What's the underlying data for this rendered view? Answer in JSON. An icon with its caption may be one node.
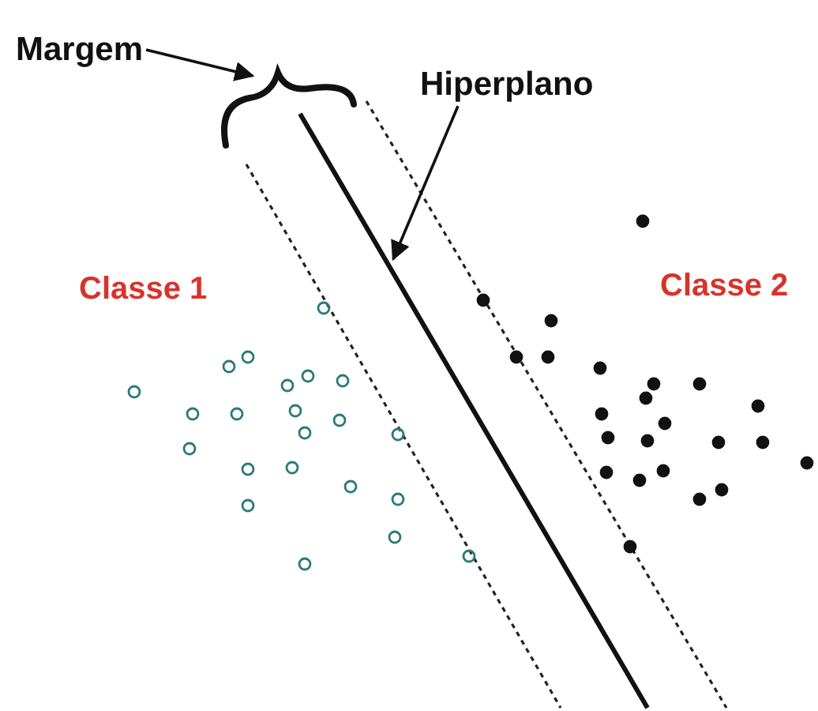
{
  "diagram": {
    "nodes": [
      {
        "text": [
          "Margem"
        ]
      },
      {
        "text": [],
        "shape": "bracket"
      },
      {
        "text": [
          "Hiperplano"
        ]
      },
      {
        "text": [],
        "shape": "line"
      }
    ],
    "edges": [
      {
        "from": 0,
        "to": 1,
        "arrow": "to"
      },
      {
        "from": 2,
        "to": 3,
        "arrow": "to"
      }
    ],
    "labels": [
      "Classe 1",
      "Classe 2"
    ]
  }
}
